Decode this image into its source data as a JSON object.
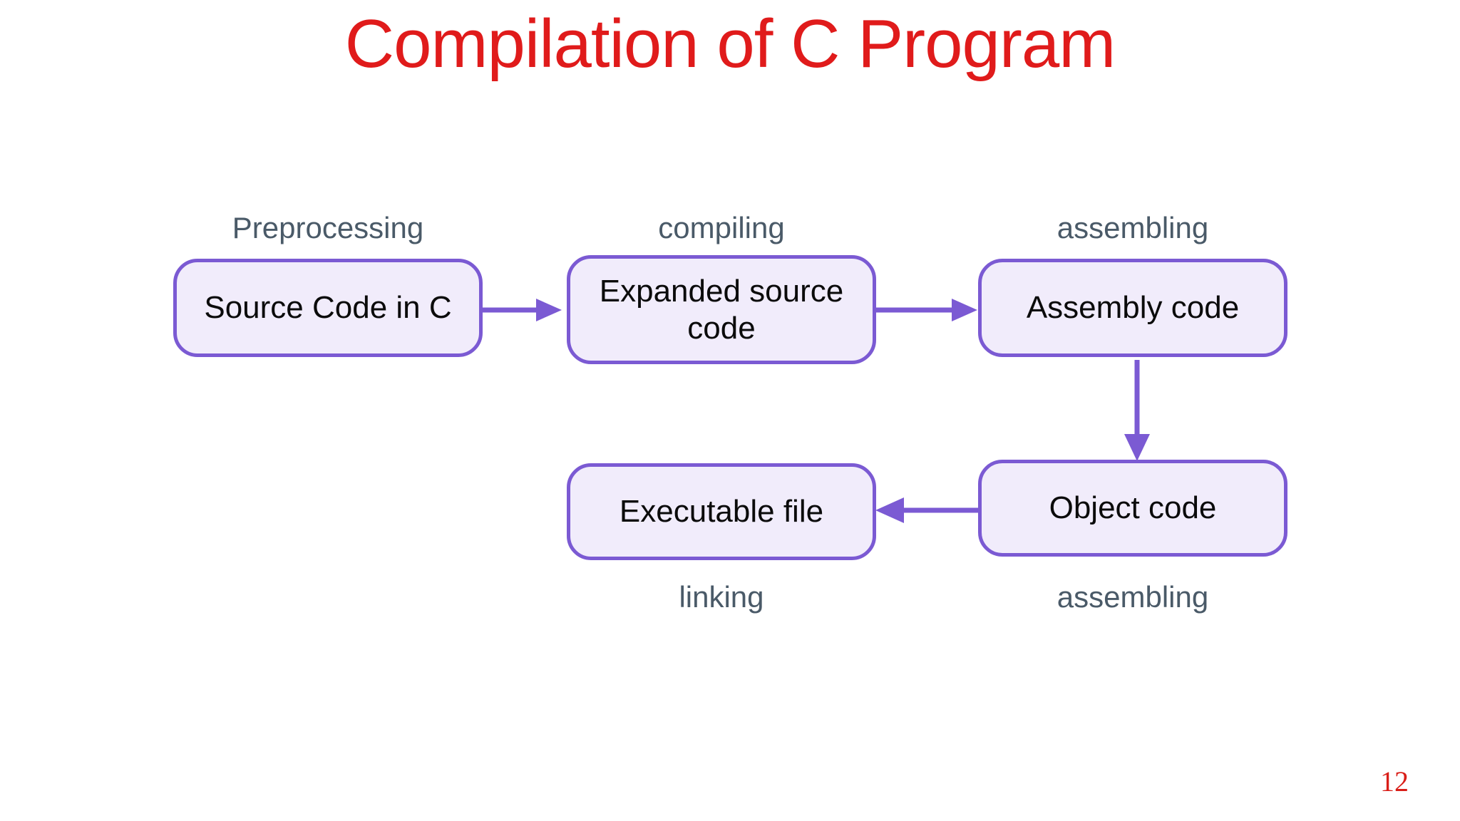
{
  "slide": {
    "title": "Compilation of C Program",
    "title_color": "#E01B1B",
    "background_color": "#FFFFFF",
    "page_number": "12",
    "page_number_color": "#D91E18"
  },
  "theme": {
    "box_border_color": "#7B5AD3",
    "box_fill_color": "#F1ECFB",
    "box_text_color": "#0B0B0B",
    "stage_label_color": "#4A5A68",
    "arrow_color": "#7B5AD3"
  },
  "diagram": {
    "type": "flowchart",
    "boxes": [
      {
        "id": "source",
        "label": "Source Code in C"
      },
      {
        "id": "expanded",
        "label": "Expanded source code"
      },
      {
        "id": "assembly",
        "label": "Assembly code"
      },
      {
        "id": "executable",
        "label": "Executable file"
      },
      {
        "id": "object",
        "label": "Object code"
      }
    ],
    "stage_labels": [
      {
        "id": "preprocessing",
        "label": "Preprocessing",
        "position": "above"
      },
      {
        "id": "compiling",
        "label": "compiling",
        "position": "above"
      },
      {
        "id": "assembling-1",
        "label": "assembling",
        "position": "above"
      },
      {
        "id": "linking",
        "label": "linking",
        "position": "below"
      },
      {
        "id": "assembling-2",
        "label": "assembling",
        "position": "below"
      }
    ],
    "arrows": [
      {
        "id": "source-to-expanded",
        "direction": "right"
      },
      {
        "id": "expanded-to-assembly",
        "direction": "right"
      },
      {
        "id": "assembly-to-object",
        "direction": "down"
      },
      {
        "id": "object-to-executable",
        "direction": "left"
      }
    ]
  }
}
